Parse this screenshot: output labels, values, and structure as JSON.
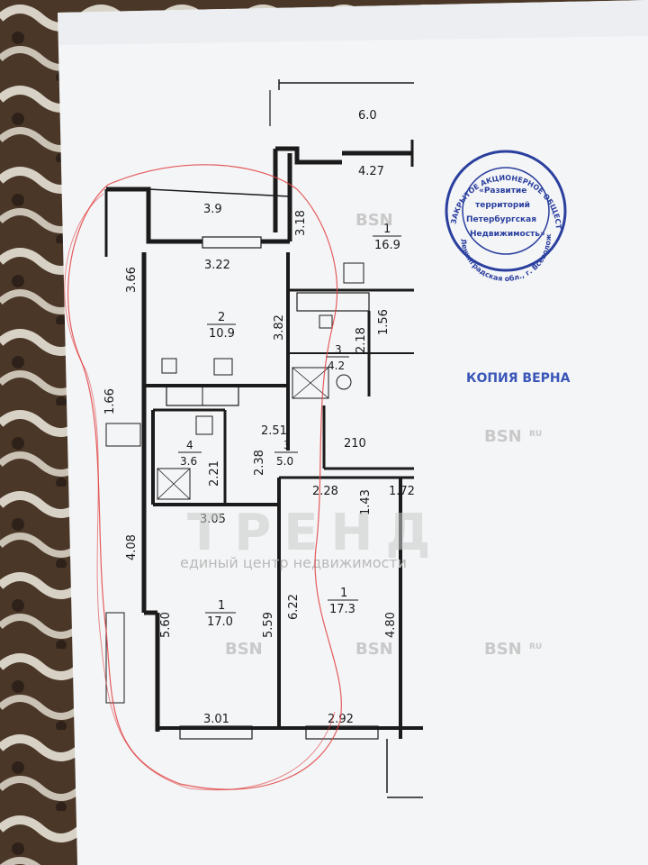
{
  "colors": {
    "carpet_dark": "#3b2b1f",
    "carpet_light": "#d8d2c6",
    "paper": "#f4f5f7",
    "wall": "#1b1b1b",
    "stamp": "#2a3f9e",
    "pen": "#e0403f"
  },
  "plan": {
    "dims": [
      "6.0",
      "4.27",
      "3.9",
      "3.18",
      "3.22",
      "3.66",
      "3.82",
      "1.56",
      "2.18",
      "1.66",
      "2.51",
      "2.38",
      "2.21",
      "210",
      "2.28",
      "1.43",
      "1.72",
      "3.05",
      "4.08",
      "5.60",
      "5.59",
      "6.22",
      "4.80",
      "3.01",
      "2.92"
    ],
    "rooms": [
      {
        "num": "1",
        "area": "16.9"
      },
      {
        "num": "2",
        "area": "10.9"
      },
      {
        "num": "3",
        "area": "4.2"
      },
      {
        "num": "4",
        "area": "3.6"
      },
      {
        "num": "3",
        "area": "5.0"
      },
      {
        "num": "1",
        "area": "17.0"
      },
      {
        "num": "1",
        "area": "17.3"
      }
    ]
  },
  "stamp": {
    "ring_top": "ЗАКРЫТОЕ АКЦИОНЕРНОЕ ОБЩЕСТВО",
    "ring_bottom": "Ленинградская обл., г. Всеволожск",
    "center_lines": [
      "«Развитие",
      "территорий",
      "Петербургская",
      "Недвижимость»"
    ]
  },
  "note": "КОПИЯ ВЕРНА",
  "watermarks": {
    "bsn": "BSN",
    "bsn_sup": "RU",
    "brand": "ТРЕНД",
    "brand_sub": "единый центр недвижимости"
  }
}
